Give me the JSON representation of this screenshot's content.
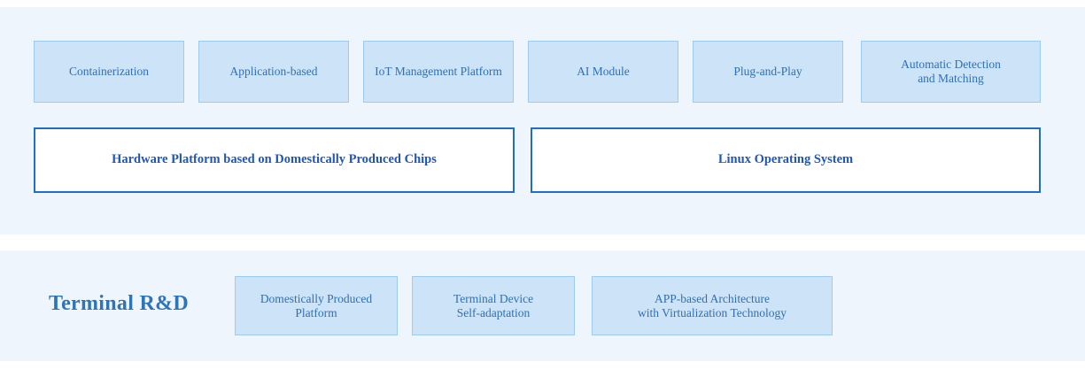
{
  "colors": {
    "band_background": "#eff5fd",
    "page_background": "#ffffff",
    "capability_fill": "#cde4f8",
    "capability_border": "#9dcaf0",
    "capability_text": "#2e6fb7",
    "platform_fill": "#ffffff",
    "platform_border": "#1f6fc4",
    "platform_text": "#1f56b8",
    "section_label_text": "#2e75b6"
  },
  "top_section": {
    "capability_row": [
      {
        "label": "Containerization"
      },
      {
        "label": "Application-based"
      },
      {
        "label": "IoT Management Platform"
      },
      {
        "label": "AI Module"
      },
      {
        "label": "Plug-and-Play"
      },
      {
        "label": "Automatic Detection\nand Matching"
      }
    ],
    "platform_row": [
      {
        "label": "Hardware Platform based on Domestically Produced Chips"
      },
      {
        "label": "Linux Operating System"
      }
    ]
  },
  "bottom_section": {
    "section_label": "Terminal R&D",
    "items": [
      {
        "label": "Domestically Produced\nPlatform"
      },
      {
        "label": "Terminal Device\nSelf-adaptation"
      },
      {
        "label": "APP-based Architecture\nwith Virtualization Technology"
      }
    ]
  }
}
